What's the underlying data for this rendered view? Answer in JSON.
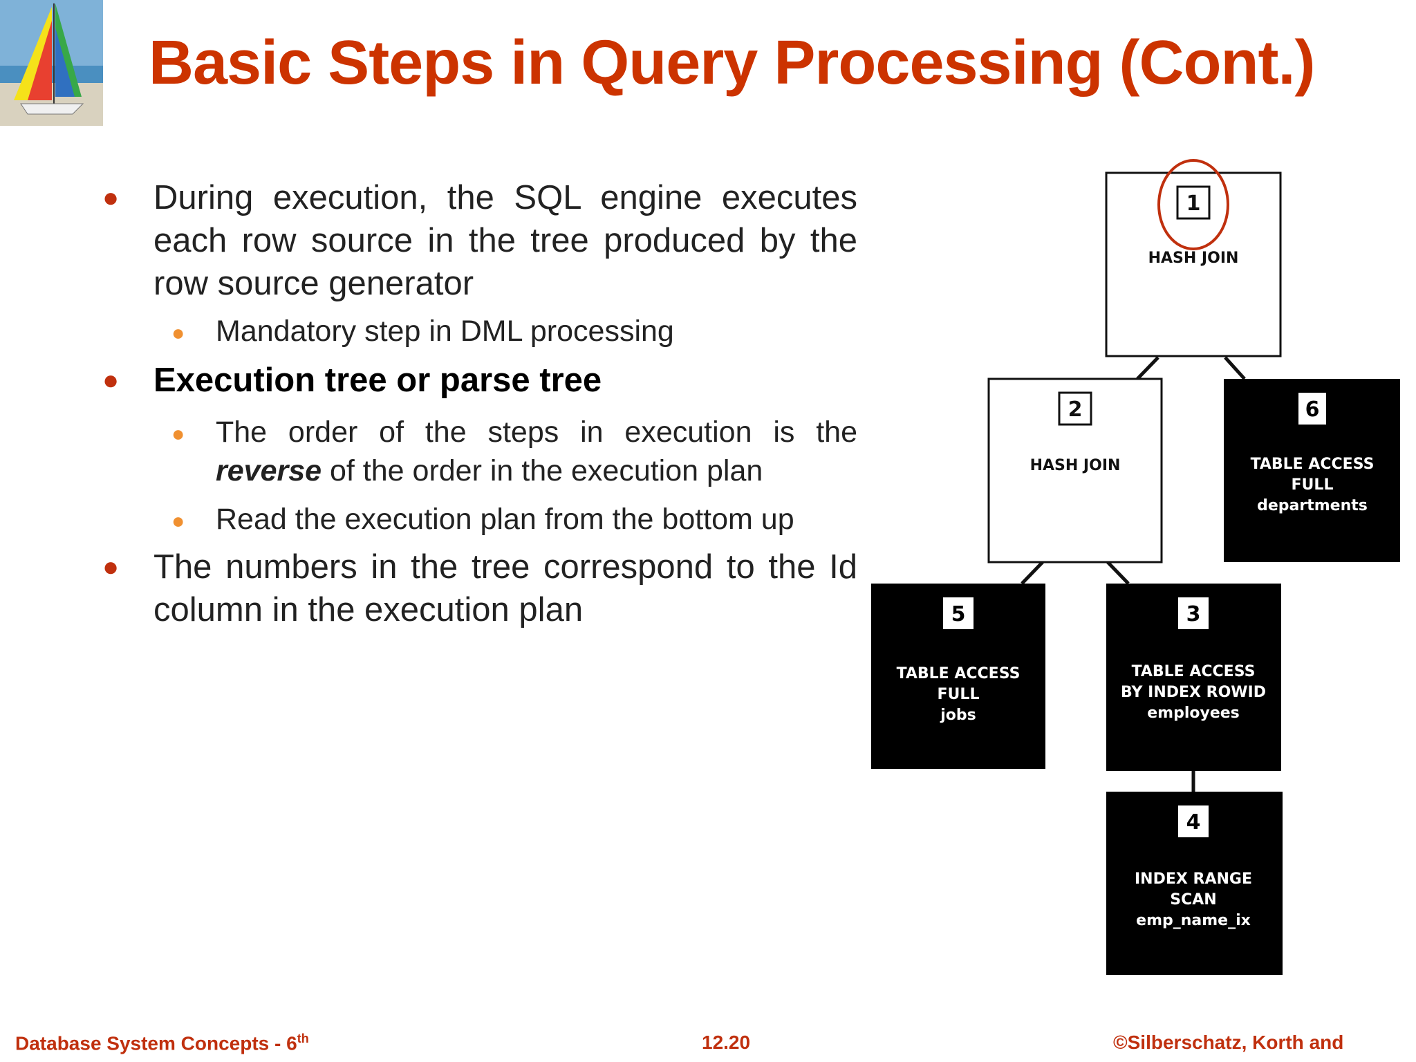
{
  "slide": {
    "title": "Basic Steps in Query Processing (Cont.)",
    "bullets": [
      {
        "text": "During execution, the SQL engine executes each row source in the tree produced by the row source generator"
      },
      {
        "text": "Mandatory step in DML processing"
      },
      {
        "text": "Execution tree or parse tree"
      },
      {
        "text_before": "The order of the steps in execution is the ",
        "emphasis": "reverse",
        "text_after": " of the order in the execution plan"
      },
      {
        "text": "Read the execution plan from the bottom up"
      },
      {
        "text": "The numbers in the tree correspond to the Id column in the execution plan"
      }
    ]
  },
  "tree": {
    "nodes": [
      {
        "id": "1",
        "lines": [
          "HASH JOIN"
        ],
        "style": "white"
      },
      {
        "id": "2",
        "lines": [
          "HASH JOIN"
        ],
        "style": "white"
      },
      {
        "id": "6",
        "lines": [
          "TABLE ACCESS",
          "FULL",
          "departments"
        ],
        "style": "black"
      },
      {
        "id": "5",
        "lines": [
          "TABLE ACCESS",
          "FULL",
          "jobs"
        ],
        "style": "black"
      },
      {
        "id": "3",
        "lines": [
          "TABLE ACCESS",
          "BY INDEX ROWID",
          "employees"
        ],
        "style": "black"
      },
      {
        "id": "4",
        "lines": [
          "INDEX RANGE",
          "SCAN",
          "emp_name_ix"
        ],
        "style": "black"
      }
    ],
    "highlight_color": "#c0300e"
  },
  "footer": {
    "left": "Database System Concepts - 6",
    "left_sup": "th",
    "center": "12.20",
    "right": "©Silberschatz, Korth and"
  }
}
